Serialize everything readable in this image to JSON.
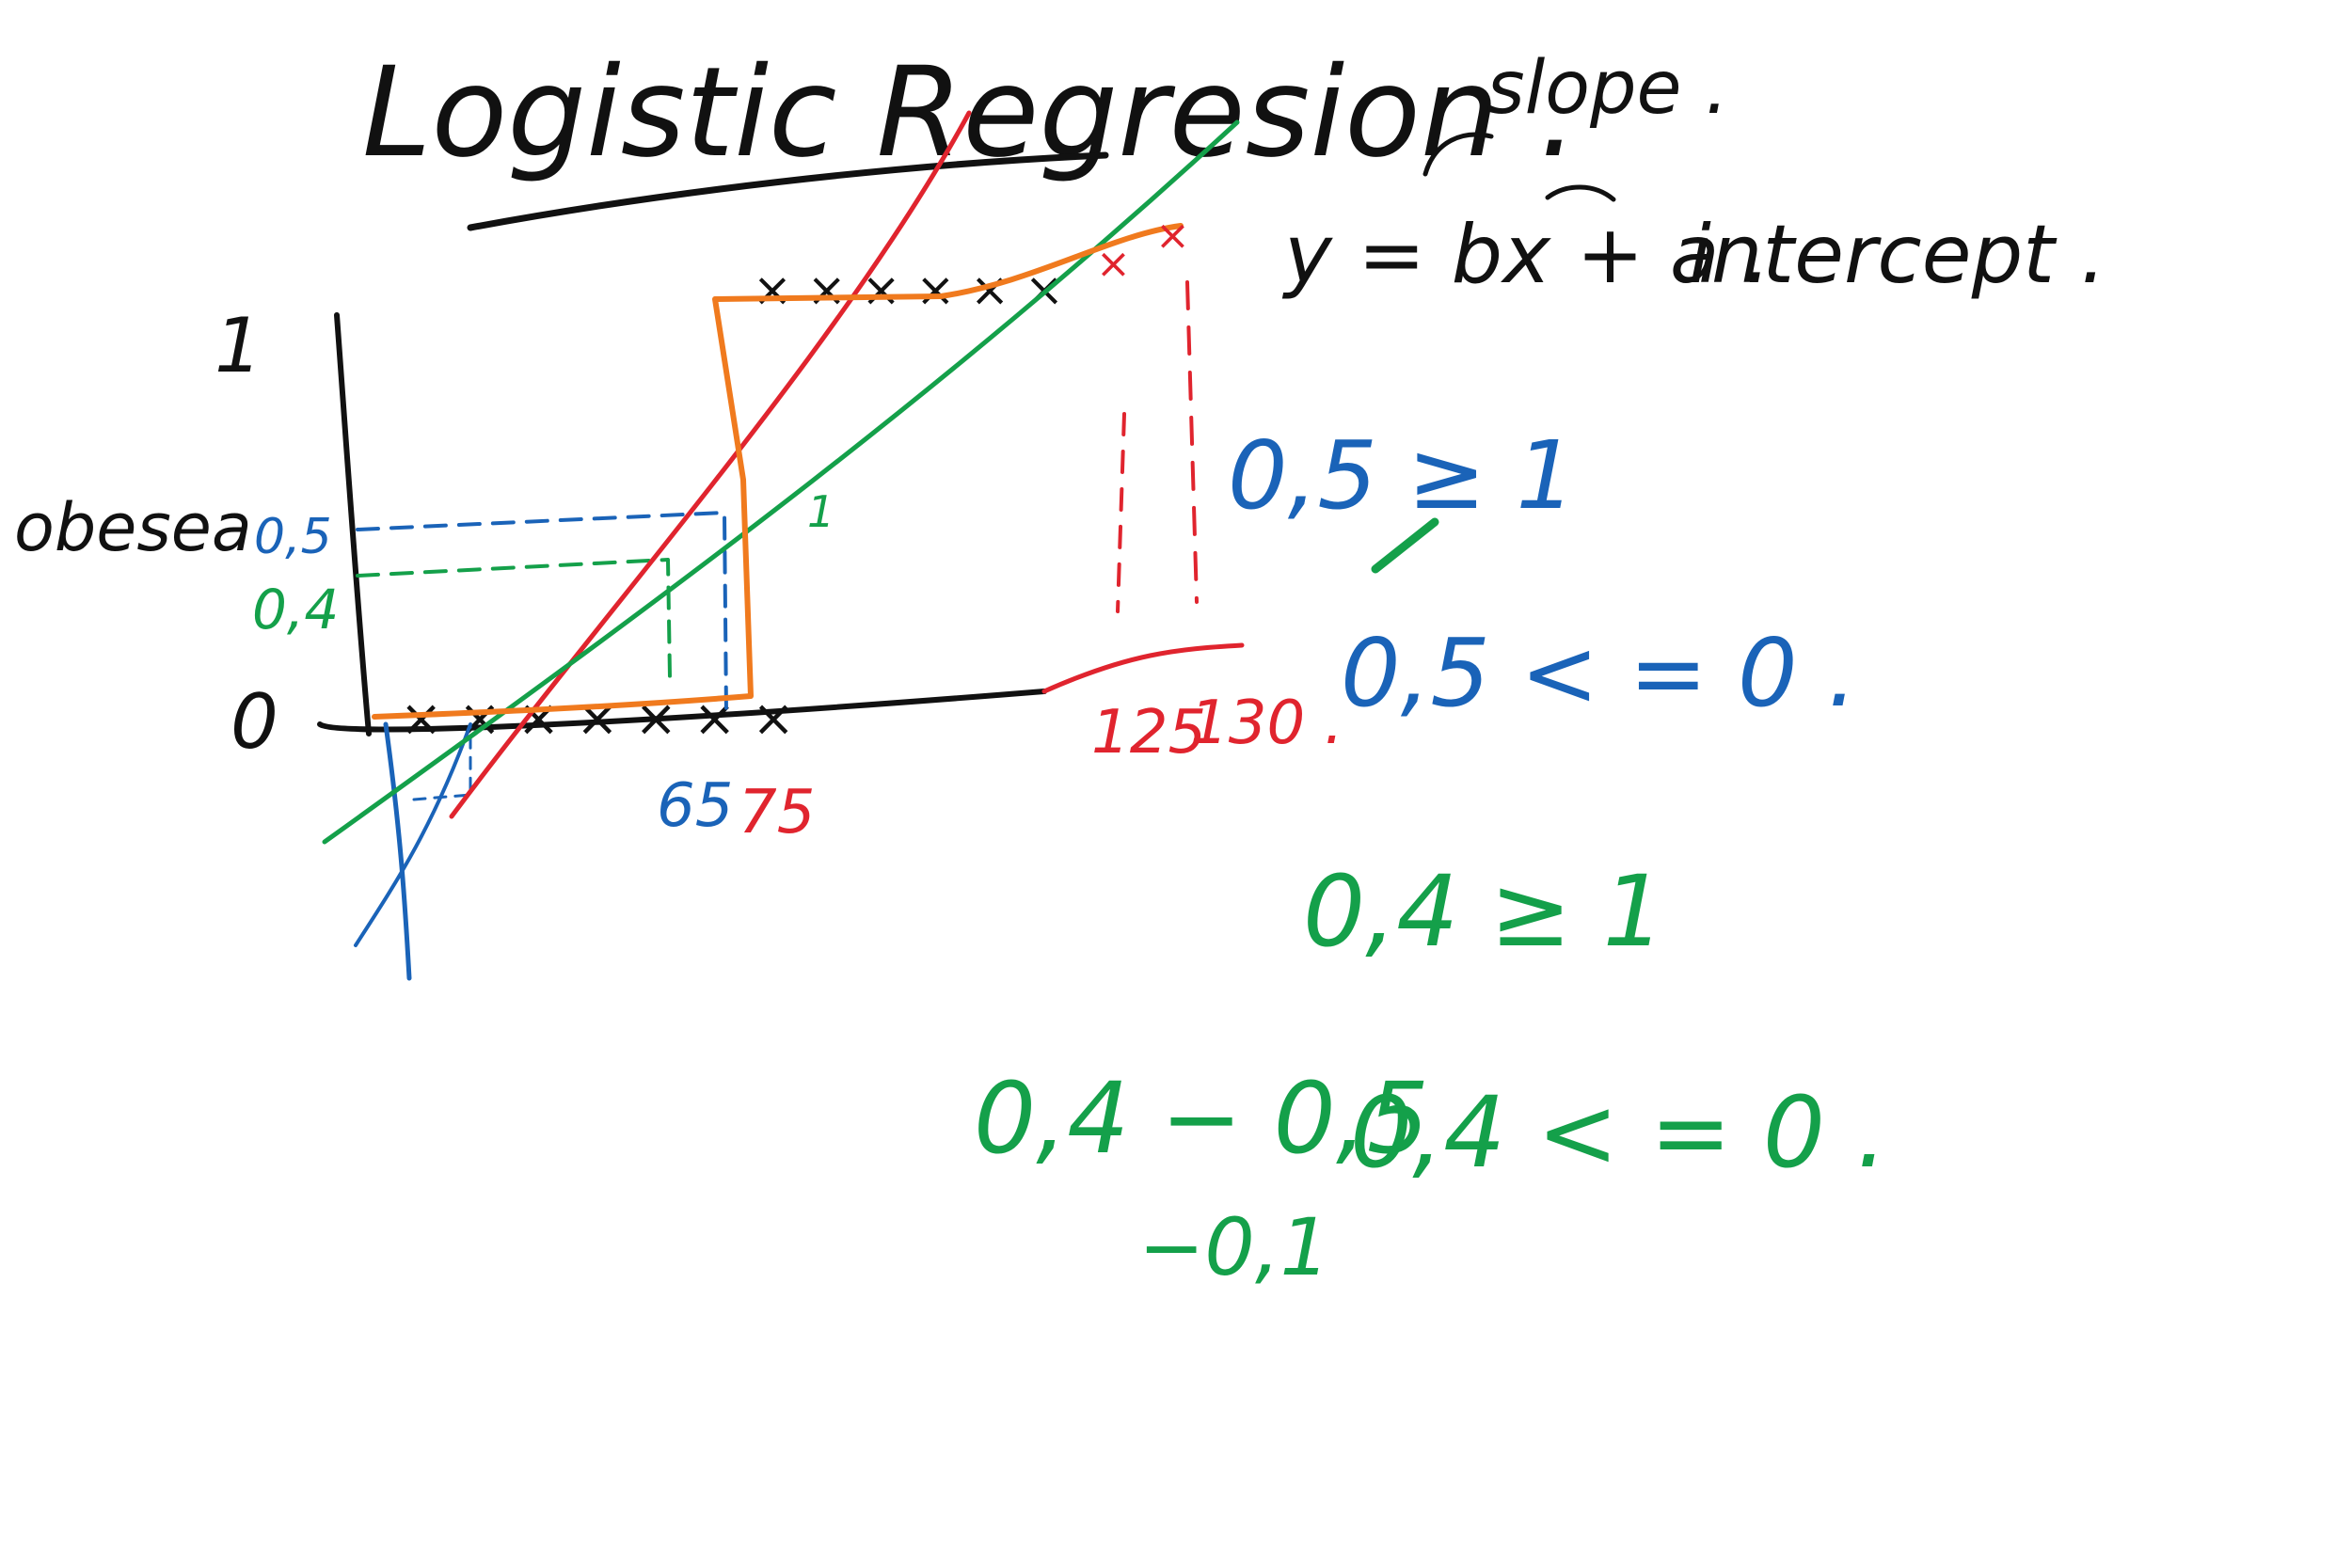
{
  "title": "Logistic Regresion .",
  "colors": {
    "black": "#111111",
    "blue": "#1a63b8",
    "green": "#14a04a",
    "red": "#e0242e",
    "orange": "#f07a1e"
  },
  "equation": {
    "formula": "y = bx + a .",
    "slope_note": "slope .",
    "intercept_note": "intercept ."
  },
  "graph": {
    "y_axis_label": "obesea",
    "y_tick_top": "1",
    "y_tick_bottom": "0",
    "y_mark_blue": "0,5",
    "y_mark_green": "0,4",
    "x_mark_blue": "65",
    "x_mark_red": "75",
    "x_mark_red_2": "125",
    "x_mark_red_3": "130 .",
    "point_label": "1",
    "data_marks_bottom": "×  ×  ×  ×  ×  ×  ×",
    "data_marks_top": "× × × × × ×"
  },
  "notes": {
    "blue_rule_1": "0,5 ≥ 1",
    "blue_rule_2": "0,5 < = 0 .",
    "green_rule_1": "0,4 ≥ 1",
    "green_calc": "0,4 − 0,5",
    "green_rule_2": "0,4 < = 0 .",
    "green_result": "−0,1"
  }
}
